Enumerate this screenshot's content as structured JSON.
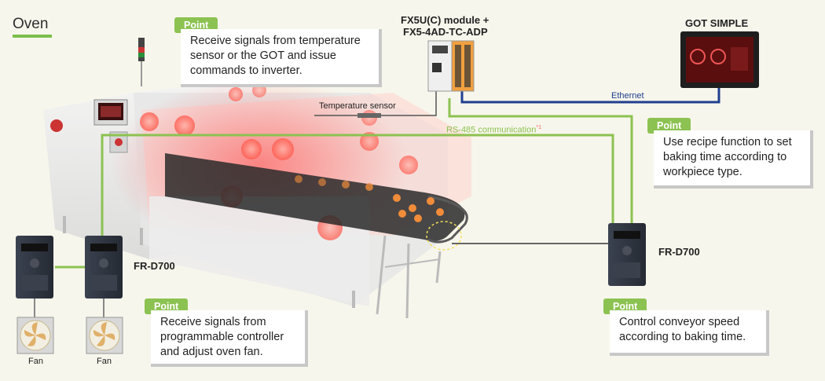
{
  "title": "Oven",
  "points": [
    {
      "tag": "Point",
      "text": "Receive signals from temperature sensor or the GOT and issue commands to inverter."
    },
    {
      "tag": "Point",
      "text": "Use recipe function to set baking time according to workpiece type."
    },
    {
      "tag": "Point",
      "text": "Receive signals from programmable controller and adjust oven fan."
    },
    {
      "tag": "Point",
      "text": "Control conveyor speed according to baking time."
    }
  ],
  "labels": {
    "plc_line1": "FX5U(C) module +",
    "plc_line2": "FX5-4AD-TC-ADP",
    "got": "GOT SIMPLE",
    "ethernet": "Ethernet",
    "temp_sensor": "Temperature sensor",
    "rs485": "RS-485 communication",
    "rs485_note": "*1",
    "inv_left": "FR-D700",
    "inv_right": "FR-D700",
    "fan1": "Fan",
    "fan2": "Fan"
  },
  "colors": {
    "green_line": "#8cc251",
    "ethernet_line": "#1f3f8f",
    "heat": "#ff5a4e",
    "cable": "#555555"
  }
}
